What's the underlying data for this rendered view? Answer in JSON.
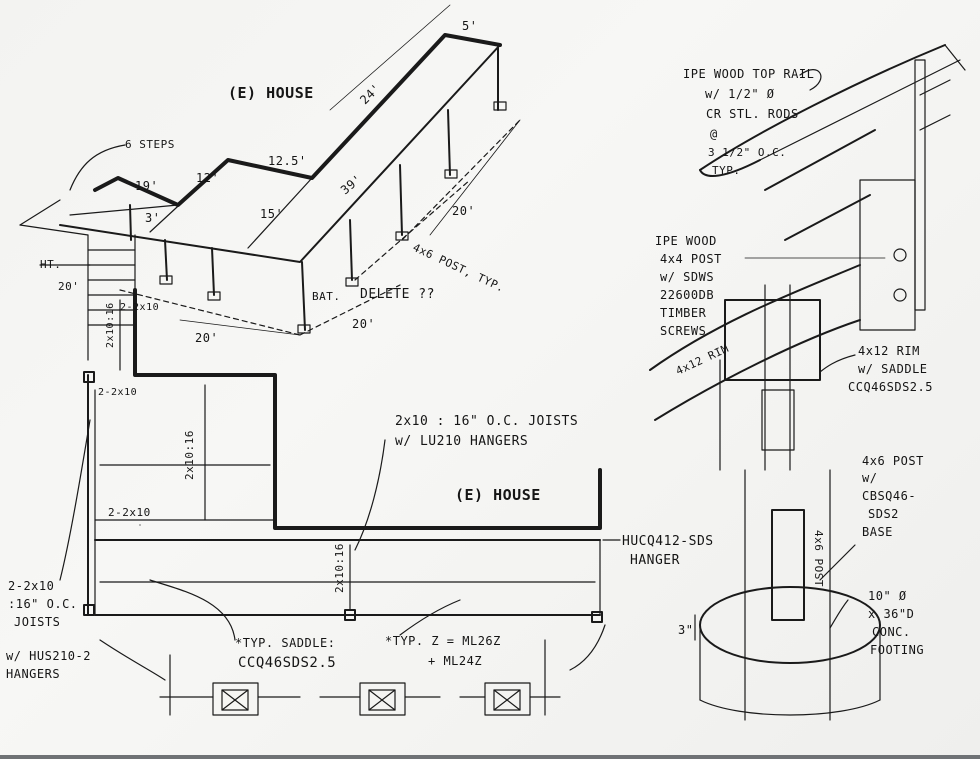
{
  "plan": {
    "house_top": "(E) HOUSE",
    "house_bottom": "(E) HOUSE",
    "steps": "6 STEPS",
    "dims": {
      "d5": "5'",
      "d24": "24'",
      "d39": "39'",
      "d20a": "20'",
      "d20b": "20'",
      "d20c": "20'",
      "d125": "12.5'",
      "d12": "12'",
      "d15": "15'",
      "d19": "19'",
      "d3": "3'",
      "d20ht": "20'"
    },
    "ht": "HT.",
    "post_note": "4x6 POST, TYP.",
    "bat": "BAT.",
    "delete": "DELETE ??",
    "joists_note_1": "2x10 : 16\" O.C. JOISTS",
    "joists_note_2": "w/ LU210 HANGERS",
    "hanger_1": "HUCQ412-SDS",
    "hanger_2": "HANGER",
    "span_left": "2x10:16",
    "span_mid": "2x10:16",
    "span_low": "2x10:16",
    "double_top": "2-2x10",
    "double_mid": "2-2x10",
    "double_bot": "2-2x10",
    "left_note": [
      "2-2x10",
      ":16\" O.C.",
      "JOISTS",
      "w/ HUS210-2",
      "HANGERS"
    ],
    "saddle_1": "*TYP. SADDLE:",
    "saddle_2": "CCQ46SDS2.5",
    "typ_1": "*TYP. Z = ML26Z",
    "typ_2": "+ ML24Z"
  },
  "details": {
    "rail_note": [
      "IPE WOOD TOP RAIL",
      "w/ 1/2\" Ø",
      "CR STL. RODS",
      "@",
      "3 1/2\" O.C.",
      "TYP."
    ],
    "post_note": [
      "IPE WOOD",
      "4x4 POST",
      "w/ SDWS",
      "22600DB",
      "TIMBER",
      "SCREWS"
    ],
    "rim_label": "4x12 RIM",
    "rim_note": [
      "4x12 RIM",
      "w/ SADDLE",
      "CCQ46SDS2.5"
    ],
    "post6_note": [
      "4x6 POST",
      "w/",
      "CBSQ46-",
      "SDS2",
      "BASE"
    ],
    "post6_label": "4x6 POST",
    "footing_note": [
      "10\" Ø",
      "x 36\"D",
      "CONC.",
      "FOOTING"
    ],
    "three_in": "3\""
  }
}
